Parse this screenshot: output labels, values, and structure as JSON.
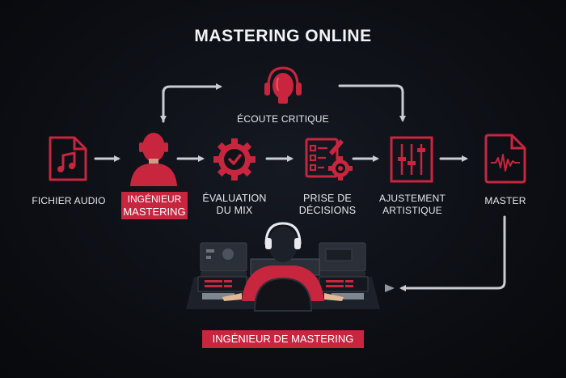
{
  "title": "MASTERING ONLINE",
  "colors": {
    "background": "#0d0f14",
    "accent_red": "#c8253f",
    "arrow_gray": "#c9ccd1",
    "text": "#e9ecf0"
  },
  "top_step": {
    "label": "ÉCOUTE CRITIQUE",
    "icon": "headphones-head-icon"
  },
  "flow": [
    {
      "id": "fichier-audio",
      "label": "FICHIER AUDIO",
      "icon": "audio-file-icon"
    },
    {
      "id": "ingenieur-mastering",
      "label_line1": "INGÉNIEUR",
      "label_line2": "MASTERING",
      "icon": "person-headphones-icon",
      "highlighted": true
    },
    {
      "id": "evaluation-mix",
      "label_line1": "ÉVALUATION",
      "label_line2": "DU MIX",
      "icon": "gear-check-icon"
    },
    {
      "id": "prise-decisions",
      "label_line1": "PRISE DE",
      "label_line2": "DÉCISIONS",
      "icon": "checklist-gear-icon"
    },
    {
      "id": "ajustement-artistique",
      "label_line1": "AJUSTEMENT",
      "label_line2": "ARTISTIQUE",
      "icon": "faders-icon"
    },
    {
      "id": "master",
      "label": "MASTER",
      "icon": "waveform-file-icon"
    }
  ],
  "bottom": {
    "caption": "INGÉNIEUR DE MASTERING",
    "illustration": "engineer-at-mixing-console"
  }
}
